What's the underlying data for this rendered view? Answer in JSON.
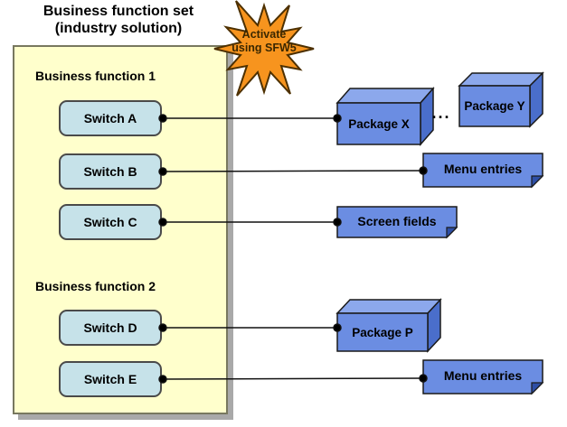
{
  "title": {
    "line1": "Business function set",
    "line2": "(industry solution)"
  },
  "burst": {
    "line1": "Activate",
    "line2": "using SFW5"
  },
  "groups": [
    {
      "label": "Business function 1"
    },
    {
      "label": "Business function 2"
    }
  ],
  "switches": [
    {
      "label": "Switch A"
    },
    {
      "label": "Switch B"
    },
    {
      "label": "Switch C"
    },
    {
      "label": "Switch D"
    },
    {
      "label": "Switch E"
    }
  ],
  "artifacts": {
    "package_x": "Package X",
    "package_y": "Package Y",
    "ellipsis": "...",
    "menu_entries_1": "Menu entries",
    "screen_fields": "Screen fields",
    "package_p": "Package P",
    "menu_entries_2": "Menu entries"
  },
  "colors": {
    "container_fill": "#FFFFCC",
    "container_border": "#78785F",
    "switch_fill": "#C6E2E9",
    "box_front": "#6B8DE2",
    "box_top": "#8CA8EC",
    "box_side": "#4A6ECB",
    "note_fold": "#2E4FA6",
    "burst_fill": "#F7941E",
    "burst_outline": "#4D3000",
    "burst_text": "#3A2700",
    "connector": "#111111",
    "shadow": "#A9A9A9"
  }
}
